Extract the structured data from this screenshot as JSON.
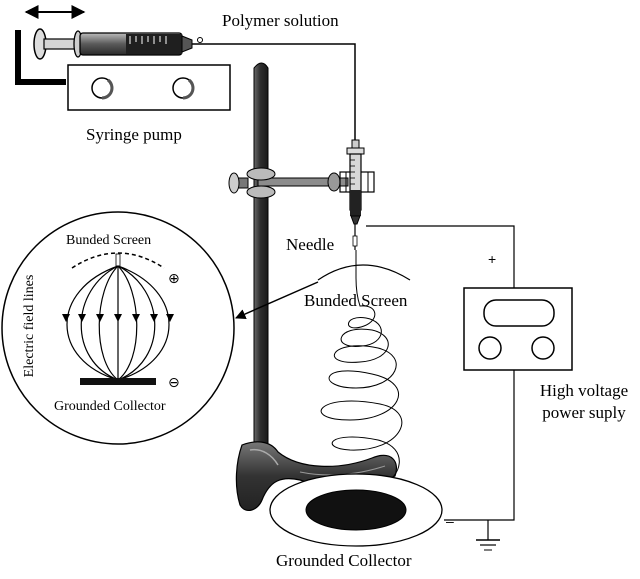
{
  "labels": {
    "polymer_solution": "Polymer solution",
    "syringe_pump": "Syringe pump",
    "needle": "Needle",
    "bunded_screen": "Bunded Screen",
    "grounded_collector": "Grounded Collector",
    "high_voltage_line1": "High voltage",
    "high_voltage_line2": "power suply",
    "positive_sign": "+",
    "negative_sign": "–"
  },
  "inset": {
    "bunded_screen": "Bunded Screen",
    "electric_field_lines": "Electric field lines",
    "grounded_collector": "Grounded Collector",
    "positive_symbol": "⊕",
    "negative_symbol": "⊖"
  },
  "colors": {
    "stand": "#3a3a3a",
    "stand_highlight": "#8a8a8a",
    "ink": "#000000",
    "collector_plate": "#111111"
  }
}
